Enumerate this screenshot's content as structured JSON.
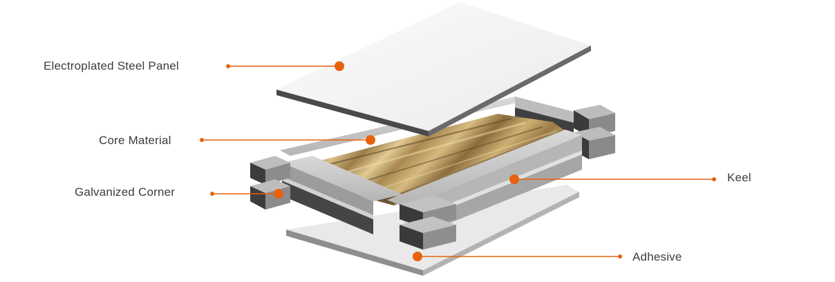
{
  "labels": {
    "panel": "Electroplated Steel Panel",
    "core": "Core Material",
    "corner": "Galvanized Corner",
    "keel": "Keel",
    "adhesive": "Adhesive"
  },
  "colors": {
    "accent": "#e8610c",
    "panel_top": "#f4f4f4",
    "panel_edge": "#4a4a4a",
    "keel_light": "#c9c9c9",
    "keel_dark": "#3e3e3e",
    "wood": "#b89a5f"
  }
}
